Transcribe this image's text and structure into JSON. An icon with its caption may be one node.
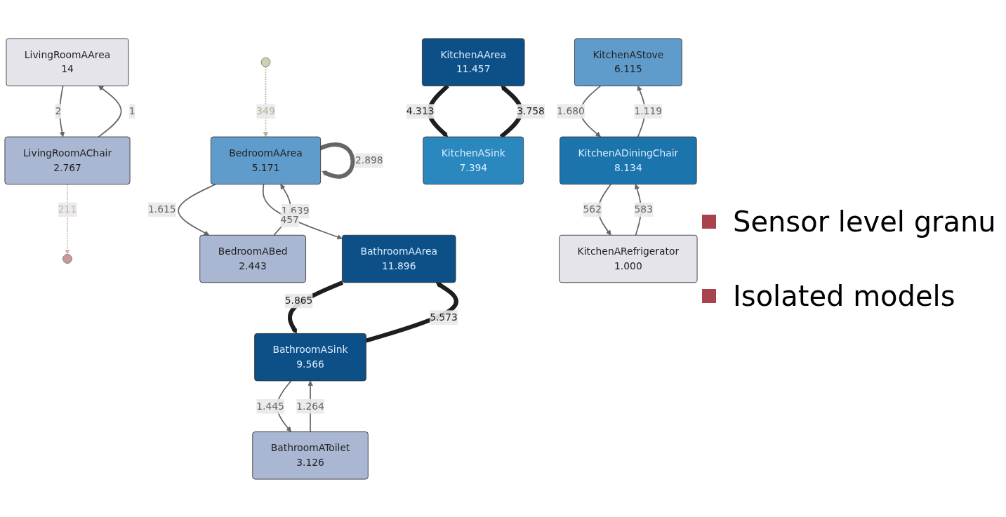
{
  "diagram": {
    "nodes": [
      {
        "text": [],
        "shape": "circle"
      },
      {
        "text": [
          "BedroomABed",
          "2.443"
        ]
      },
      {
        "text": [
          "BedroomAArea",
          "5.171"
        ]
      },
      {
        "text": [
          "BathroomAArea",
          "11.896"
        ]
      },
      {
        "text": [
          "BathroomASink",
          "9.566"
        ]
      },
      {
        "text": [
          "BathroomAToilet",
          "3.126"
        ]
      },
      {
        "text": [
          "LivingRoomAArea",
          "14"
        ]
      },
      {
        "text": [
          "LivingRoomAChair",
          "2.767"
        ]
      },
      {
        "text": [],
        "shape": "circle"
      },
      {
        "text": [
          "KitchenAArea",
          "11.457"
        ]
      },
      {
        "text": [
          "KitchenASink",
          "7.394"
        ]
      },
      {
        "text": [
          "KitchenAStove",
          "6.115"
        ]
      },
      {
        "text": [
          "KitchenADiningChair",
          "8.134"
        ]
      },
      {
        "text": [
          "KitchenARefrigerator",
          "1.000"
        ]
      }
    ],
    "edges": [
      {
        "from": 0,
        "to": 2,
        "arrow": "to",
        "label": "349",
        "style": "dashed",
        "color": "#a9b892"
      },
      {
        "from": 1,
        "to": 2,
        "arrow": "to",
        "label": "1.639"
      },
      {
        "from": 2,
        "to": 1,
        "arrow": "to",
        "label": "1.615"
      },
      {
        "from": 2,
        "to": 2,
        "arrow": "to",
        "label": "2.898",
        "style": "thick"
      },
      {
        "from": 2,
        "to": 3,
        "arrow": "to",
        "label": "457"
      },
      {
        "from": 3,
        "to": 4,
        "arrow": "to",
        "label": "5.865",
        "style": "thick",
        "color": "#1e1e1e"
      },
      {
        "from": 4,
        "to": 3,
        "arrow": "to",
        "label": "5.573",
        "style": "thick",
        "color": "#1e1e1e"
      },
      {
        "from": 4,
        "to": 5,
        "arrow": "to",
        "label": "1.445"
      },
      {
        "from": 5,
        "to": 4,
        "arrow": "to",
        "label": "1.264"
      },
      {
        "from": 6,
        "to": 7,
        "arrow": "to",
        "label": "2"
      },
      {
        "from": 7,
        "to": 6,
        "arrow": "to",
        "label": "1"
      },
      {
        "from": 7,
        "to": 8,
        "arrow": "to",
        "label": "211",
        "style": "dashed",
        "color": "#c9b3ad"
      },
      {
        "from": 9,
        "to": 10,
        "arrow": "to",
        "label": "4.313",
        "style": "thick",
        "color": "#1e1e1e"
      },
      {
        "from": 10,
        "to": 9,
        "arrow": "to",
        "label": "3.758",
        "style": "thick",
        "color": "#1e1e1e"
      },
      {
        "from": 11,
        "to": 12,
        "arrow": "to",
        "label": "1.680"
      },
      {
        "from": 12,
        "to": 11,
        "arrow": "to",
        "label": "1.119"
      },
      {
        "from": 12,
        "to": 13,
        "arrow": "to",
        "label": "562"
      },
      {
        "from": 13,
        "to": 12,
        "arrow": "to",
        "label": "583"
      }
    ],
    "labels": [
      "Sensor level granu",
      "Isolated models"
    ]
  }
}
